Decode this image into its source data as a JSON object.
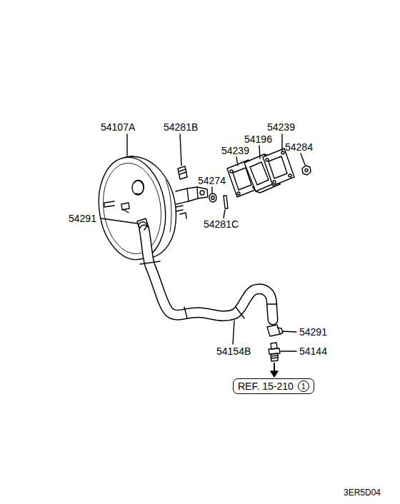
{
  "diagram": {
    "nodes": [
      {
        "text": [
          "REF. 15-210",
          "1"
        ]
      }
    ],
    "labels": [
      "54107A",
      "54281B",
      "54239",
      "54196",
      "54239",
      "54284",
      "54274",
      "54291",
      "54281C",
      "54291",
      "54154B",
      "54144",
      "3ER5D04"
    ]
  }
}
